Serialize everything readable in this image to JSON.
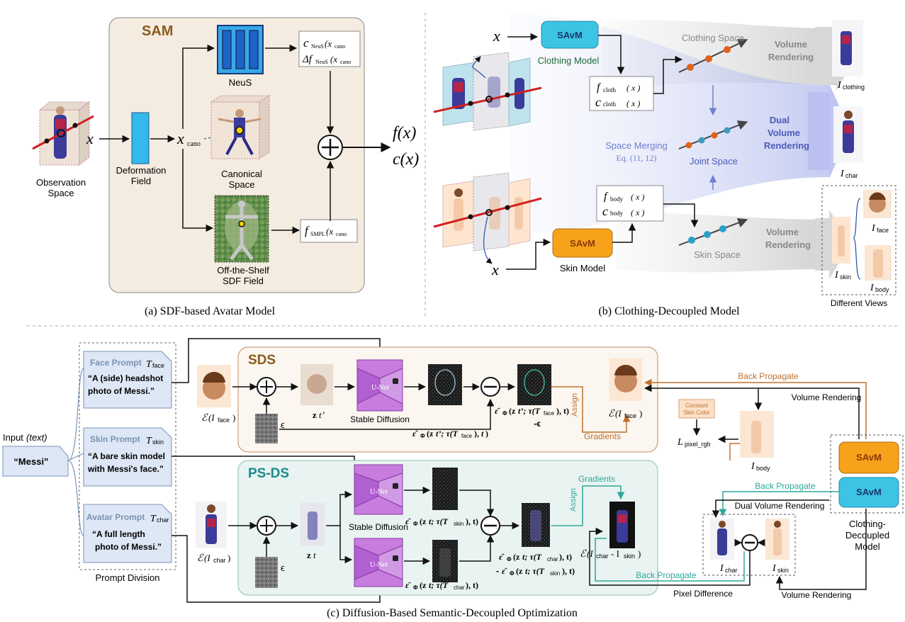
{
  "captions": {
    "a": "(a) SDF-based Avatar Model",
    "b": "(b) Clothing-Decoupled Model",
    "c": "(c) Diffusion-Based Semantic-Decoupled Optimization"
  },
  "panel_a": {
    "title": "SAM",
    "observation_space": [
      "Observation",
      "Space"
    ],
    "x": "x",
    "deformation_field": [
      "Deformation",
      "Field"
    ],
    "x_cano": "x",
    "x_cano_sub": "cano",
    "neus": "NeuS",
    "canonical_space": [
      "Canonical",
      "Space"
    ],
    "off_the_shelf": [
      "Off-the-Shelf",
      "SDF Field"
    ],
    "neus_out_1": "c",
    "neus_out_1_sub": "NeuS",
    "neus_out_1_arg": "(x",
    "neus_out_1_argsub": "cano",
    "neus_out_2": "Δf",
    "smpl_out": "f",
    "smpl_out_sub": "SMPL",
    "outputs": [
      "f(x)",
      "c(x)"
    ]
  },
  "panel_b": {
    "x_top": "x",
    "x_bottom": "x",
    "savm": "SAvM",
    "clothing_model": "Clothing Model",
    "skin_model": "Skin Model",
    "f_cloth": "f",
    "f_cloth_sub": "cloth",
    "c_cloth": "c",
    "c_cloth_sub": "cloth",
    "f_body": "f",
    "f_body_sub": "body",
    "c_body": "c",
    "c_body_sub": "body",
    "clothing_space": "Clothing Space",
    "joint_space": "Joint Space",
    "skin_space": "Skin Space",
    "space_merging": "Space Merging",
    "eq": "Eq. (11, 12)",
    "volume_rendering": [
      "Volume",
      "Rendering"
    ],
    "dual_volume_rendering": [
      "Dual",
      "Volume",
      "Rendering"
    ],
    "i_clothing_sub": "clothing",
    "i_char_sub": "char",
    "i_face_sub": "face",
    "i_skin_sub": "skin",
    "i_body_sub": "body",
    "different_views": "Different Views"
  },
  "panel_c": {
    "input_label": "Input",
    "input_italic": "(text)",
    "input_value": "“Messi”",
    "prompt_division": "Prompt Division",
    "face_prompt": "Face Prompt",
    "face_prompt_sym": "T",
    "face_prompt_sub": "face",
    "face_prompt_text": [
      "“A (side) headshot",
      "photo of Messi.”"
    ],
    "skin_prompt": "Skin Prompt",
    "skin_prompt_sub": "skin",
    "skin_prompt_text": [
      "“A bare skin model",
      "with Messi's face.”"
    ],
    "avatar_prompt": "Avatar Prompt",
    "avatar_prompt_sub": "char",
    "avatar_prompt_text": [
      "“A full length",
      "photo of Messi.”"
    ],
    "sds": "SDS",
    "psds": "PS-DS",
    "unet": "U-Net",
    "stable_diffusion": "Stable Diffusion",
    "epsilon": "ϵ",
    "assign": "Assign",
    "gradients": "Gradients",
    "back_propagate": "Back Propagate",
    "volume_rendering": "Volume Rendering",
    "dual_volume_rendering": "Dual Volume Rendering",
    "constant_skin_color": [
      "Constant",
      "Skin Color"
    ],
    "pixel_loss": "L",
    "pixel_loss_sub": "pixel_rgb",
    "clothing_decoupled_model": [
      "Clothing-",
      "Decoupled",
      "Model"
    ],
    "pixel_difference": "Pixel Difference",
    "enc": "ℰ",
    "zt_prime": "z",
    "eps_face_1": "ε̂",
    "eps_face_1_args": "(z",
    "eps_face_2_tail": "-ϵ",
    "eps_skin": "(z",
    "eps_char": "(z",
    "eps_diff_tail": "-"
  },
  "colors": {
    "sam_bg": "#f4ece0",
    "sds_bg": "#fbf6ef",
    "psds_bg": "#e9f3f1",
    "savm_blue": "#3cc4e4",
    "savm_orange": "#f7a21b",
    "deform_blue": "#35b8ea",
    "sam_title": "#8b5a1f",
    "sds_title": "#8b5a1f",
    "psds_title": "#1a8a8a",
    "back_prop_brown": "#c0702b",
    "back_prop_teal": "#2fa89a",
    "prompt_blue": "#7a93b5",
    "space_text_grey": "#888888",
    "dual_vr_text": "#4c5ab8"
  }
}
